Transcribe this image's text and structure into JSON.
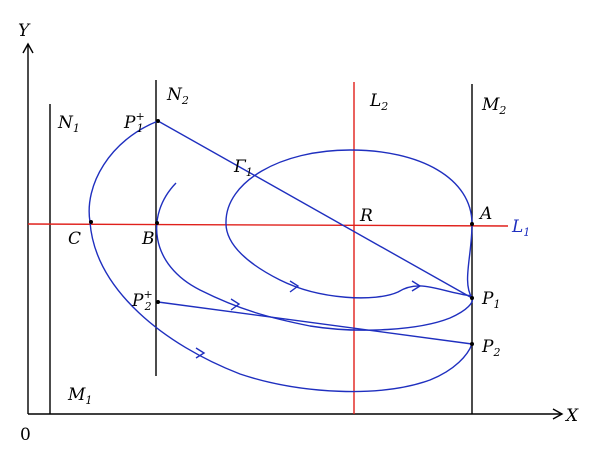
{
  "axes": {
    "x_label": "X",
    "y_label": "Y",
    "origin_label": "0"
  },
  "lines": {
    "N1": {
      "base": "N",
      "sub": "1"
    },
    "N2": {
      "base": "N",
      "sub": "2"
    },
    "M1": {
      "base": "M",
      "sub": "1"
    },
    "M2": {
      "base": "M",
      "sub": "2"
    },
    "L1": {
      "base": "L",
      "sub": "1"
    },
    "L2": {
      "base": "L",
      "sub": "2"
    }
  },
  "points": {
    "P1plus": {
      "base": "P",
      "sup": "+",
      "sub": "1"
    },
    "P2plus": {
      "base": "P",
      "sup": "+",
      "sub": "2"
    },
    "P1": {
      "base": "P",
      "sub": "1"
    },
    "P2": {
      "base": "P",
      "sub": "2"
    },
    "A": "A",
    "B": "B",
    "C": "C",
    "R": "R",
    "Gamma1": {
      "base": "Γ",
      "sub": "1"
    }
  },
  "colors": {
    "axis": "#000000",
    "section_lines": "#000000",
    "red_lines": "#e0201b",
    "trajectory": "#1f2fbf",
    "L1_label": "#1f2fbf"
  }
}
